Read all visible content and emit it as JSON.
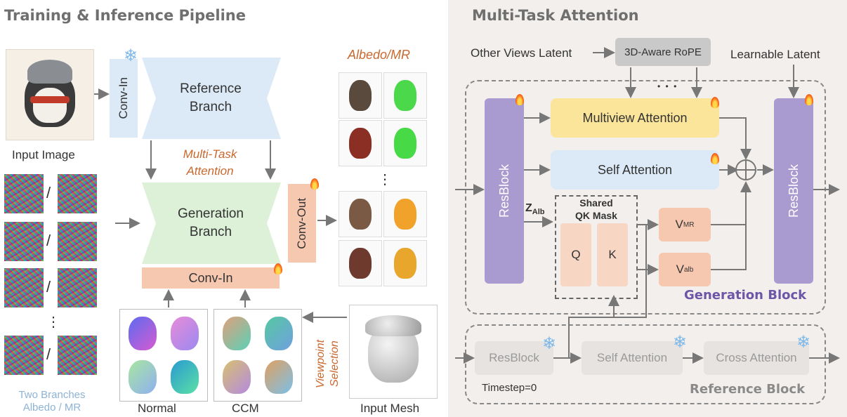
{
  "left": {
    "title": "Training & Inference Pipeline",
    "input_image_label": "Input Image",
    "conv_in_top": "Conv-In",
    "reference_branch": "Reference Branch",
    "multi_task_attention": "Multi-Task Attention",
    "generation_branch": "Generation Branch",
    "conv_in_bottom": "Conv-In",
    "conv_out": "Conv-Out",
    "albedo_mr": "Albedo/MR",
    "noise_separator": "/",
    "vertical_ellipsis": "⋮",
    "two_branches_line1": "Two Branches",
    "two_branches_line2": "Albedo / MR",
    "normal_label": "Normal",
    "ccm_label": "CCM",
    "viewpoint_selection": "Viewpoint Selection",
    "input_mesh_label": "Input Mesh"
  },
  "right": {
    "title": "Multi-Task Attention",
    "other_views_latent": "Other Views Latent",
    "rope": "3D-Aware RoPE",
    "learnable_latent": "Learnable Latent",
    "dots": "• • •",
    "resblock": "ResBlock",
    "multiview_attention": "Multiview Attention",
    "self_attention": "Self Attention",
    "z_alb_main": "Z",
    "z_alb_sub": "Alb",
    "shared_mask_line1": "Shared",
    "shared_mask_line2": "QK Mask",
    "q": "Q",
    "k": "K",
    "v_mr_main": "V",
    "v_mr_sub": "MR",
    "v_alb_main": "V",
    "v_alb_sub": "alb",
    "generation_block": "Generation Block",
    "ref_resblock": "ResBlock",
    "ref_self_attention": "Self Attention",
    "cross_attention": "Cross Attention",
    "timestep": "Timestep=0",
    "reference_block": "Reference Block"
  },
  "colors": {
    "blue_box": "#dbeaf6",
    "green_box": "#dcf1d8",
    "salmon_box": "#f7c8b0",
    "purple_block": "#a99ad0",
    "yellow_attn": "#fbe59a",
    "right_bg": "#f3efec",
    "gen_block_text": "#6b56a8",
    "accent_orange": "#c9682e"
  }
}
